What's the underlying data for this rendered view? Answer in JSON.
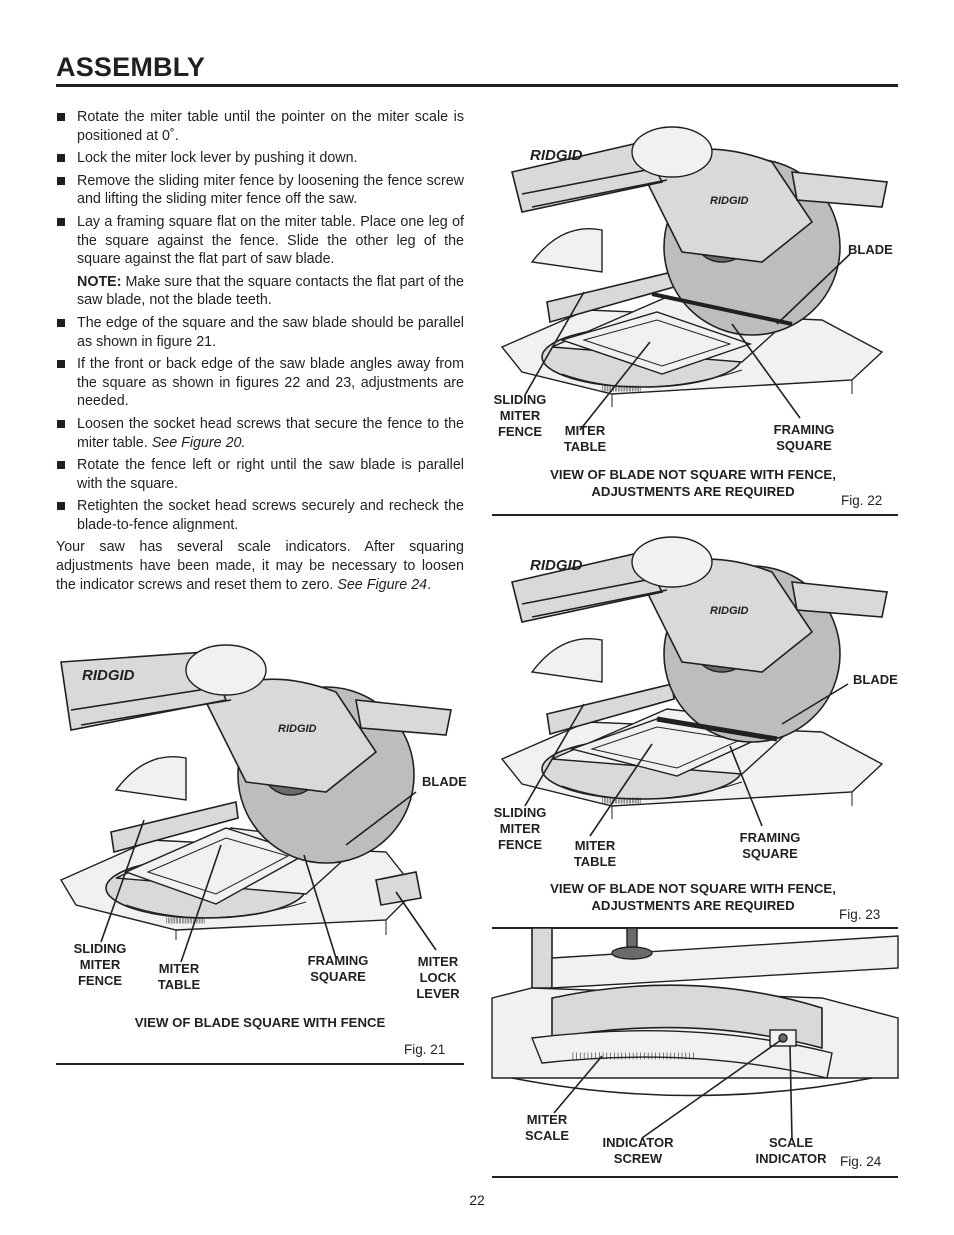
{
  "header": {
    "title": "ASSEMBLY"
  },
  "instructions": {
    "bullets": [
      {
        "text": "Rotate the miter table until the pointer on the miter scale is positioned at 0˚."
      },
      {
        "text": "Lock the miter lock lever by pushing it down."
      },
      {
        "text": "Remove the sliding miter fence by loosening the fence screw and lifting the sliding miter fence off the saw."
      },
      {
        "text": "Lay a framing square flat on the miter table. Place one leg of the square against the fence. Slide the other leg of the square against the flat part of saw blade.",
        "note_label": "NOTE:",
        "note_text": " Make sure that the square contacts the flat part of the saw blade, not the blade teeth."
      },
      {
        "text": "The edge of the square and the saw blade should be parallel as shown in figure 21."
      },
      {
        "text": "If the front or back edge of the saw blade angles away from the square as shown in figures 22 and 23, adjustments are needed."
      },
      {
        "text": "Loosen the socket head screws that secure the fence to the miter table. ",
        "ref": "See Figure 20."
      },
      {
        "text": "Rotate the fence left or right until the saw blade is parallel with the square."
      },
      {
        "text": "Retighten the socket head screws securely and recheck the blade-to-fence alignment."
      }
    ],
    "paragraph": "Your saw has several scale indicators. After squaring adjustments have been made, it may be necessary to loosen the indicator screws and reset them to zero. ",
    "paragraph_ref": "See Figure 24",
    "paragraph_end": "."
  },
  "figures": {
    "fig21": {
      "brand": "RIDGID",
      "labels": {
        "blade": "BLADE",
        "sliding_miter_fence": "SLIDING\nMITER\nFENCE",
        "miter_table": "MITER\nTABLE",
        "framing_square": "FRAMING\nSQUARE",
        "miter_lock_lever": "MITER\nLOCK\nLEVER"
      },
      "caption": "VIEW OF BLADE SQUARE WITH FENCE",
      "fig_label": "Fig. 21"
    },
    "fig22": {
      "brand": "RIDGID",
      "labels": {
        "blade": "BLADE",
        "sliding_miter_fence": "SLIDING\nMITER\nFENCE",
        "miter_table": "MITER\nTABLE",
        "framing_square": "FRAMING\nSQUARE"
      },
      "caption": "VIEW OF BLADE NOT SQUARE WITH FENCE,\nADJUSTMENTS ARE REQUIRED",
      "fig_label": "Fig. 22"
    },
    "fig23": {
      "brand": "RIDGID",
      "labels": {
        "blade": "BLADE",
        "sliding_miter_fence": "SLIDING\nMITER\nFENCE",
        "miter_table": "MITER\nTABLE",
        "framing_square": "FRAMING\nSQUARE"
      },
      "caption": "VIEW OF BLADE NOT SQUARE WITH FENCE,\nADJUSTMENTS ARE REQUIRED",
      "fig_label": "Fig. 23"
    },
    "fig24": {
      "labels": {
        "miter_scale": "MITER\nSCALE",
        "indicator_screw": "INDICATOR\nSCREW",
        "scale_indicator": "SCALE\nINDICATOR"
      },
      "fig_label": "Fig. 24"
    }
  },
  "footer": {
    "page_number": "22"
  }
}
